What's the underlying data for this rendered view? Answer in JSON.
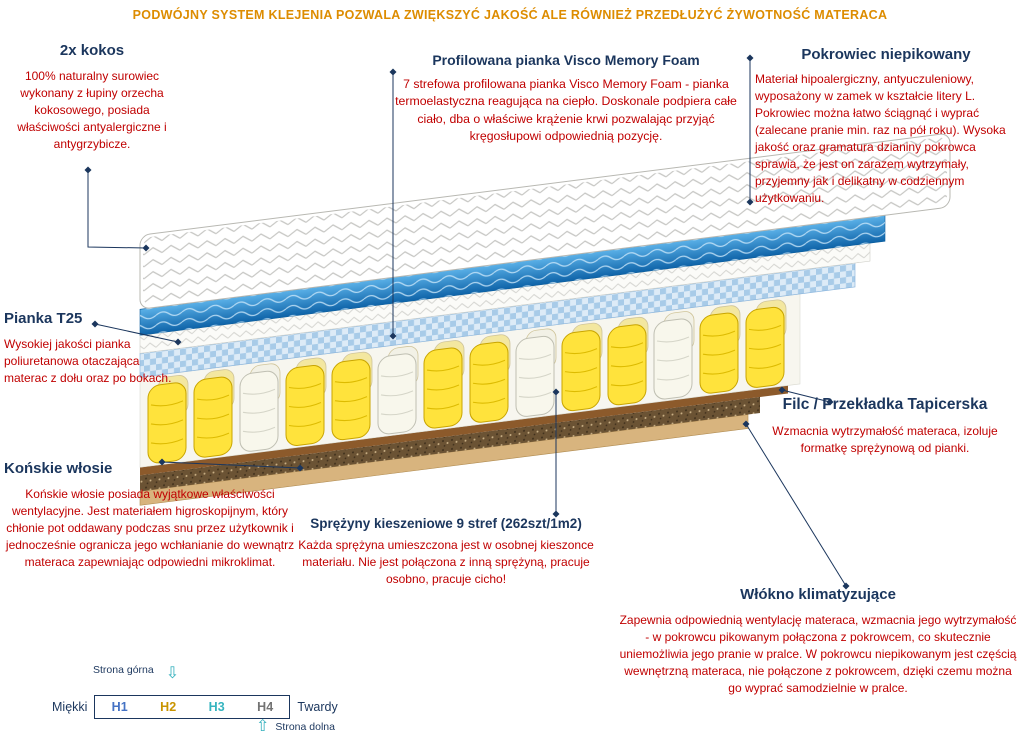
{
  "banner": "PODWÓJNY SYSTEM KLEJENIA POZWALA ZWIĘKSZYĆ JAKOŚĆ ALE RÓWNIEŻ PRZEDŁUŻYĆ ŻYWOTNOŚĆ MATERACA",
  "annotations": {
    "kokos": {
      "title": "2x kokos",
      "body": "100% naturalny surowiec wykonany z łupiny orzecha kokosowego, posiada właściwości antyalergiczne i antygrzybicze."
    },
    "visco": {
      "title": "Profilowana pianka Visco Memory Foam",
      "body": "7 strefowa profilowana pianka Visco Memory Foam - pianka termoelastyczna reagująca na ciepło. Doskonale podpiera całe ciało, dba o właściwe krążenie krwi pozwalając przyjąć kręgosłupowi odpowiednią pozycję."
    },
    "pokrowiec": {
      "title": "Pokrowiec niepikowany",
      "body": "Materiał hipoalergiczny, antyuczuleniowy, wyposażony w zamek w kształcie litery L. Pokrowiec można łatwo ściągnąć i wyprać (zalecane pranie min. raz na pół roku). Wysoka jakość oraz gramatura dzianiny pokrowca sprawia, że jest on zarazem wytrzymały, przyjemny jak i delikatny w codziennym użytkowaniu."
    },
    "pianka": {
      "title": "Pianka T25",
      "body": "Wysokiej jakości pianka poliuretanowa otaczająca materac z dołu oraz po bokach."
    },
    "filc": {
      "title": "Filc / Przekładka Tapicerska",
      "body": "Wzmacnia wytrzymałość materaca, izoluje formatkę sprężynową od pianki."
    },
    "wlosie": {
      "title": "Końskie włosie",
      "body": "Końskie włosie posiada wyjątkowe właściwości wentylacyjne. Jest materiałem higroskopijnym, który chłonie pot oddawany podczas snu przez użytkownik i jednocześnie ogranicza jego wchłanianie do wewnątrz materaca zapewniając odpowiedni mikroklimat."
    },
    "sprezyny": {
      "title": "Sprężyny kieszeniowe 9 stref (262szt/1m2)",
      "body": "Każda sprężyna umieszczona jest w osobnej kieszonce materiału. Nie jest połączona z inną sprężyną, pracuje osobno, pracuje cicho!"
    },
    "wlokno": {
      "title": "Włókno klimatyzujące",
      "body": "Zapewnia odpowiednią wentylację materaca, wzmacnia jego wytrzymałość - w pokrowcu pikowanym połączona z pokrowcem, co skutecznie uniemożliwia jego pranie w pralce. W pokrowcu niepikowanym jest częścią wewnętrzną materaca, nie połączone z pokrowcem, dzięki czemu można go wyprać samodzielnie w pralce."
    }
  },
  "scale": {
    "top_label": "Strona górna",
    "bottom_label": "Strona dolna",
    "left_label": "Miękki",
    "right_label": "Twardy",
    "levels": [
      {
        "label": "H1",
        "color": "#4472C4"
      },
      {
        "label": "H2",
        "color": "#C99400"
      },
      {
        "label": "H3",
        "color": "#35B4BF"
      },
      {
        "label": "H4",
        "color": "#737373"
      }
    ]
  },
  "icons": {
    "arrow_down": "⇩",
    "arrow_up": "⇧"
  },
  "colors": {
    "banner": "#DD8C00",
    "heading": "#1B365D",
    "body_text": "#C00000",
    "leader_line": "#1B365D",
    "arrow_teal": "#31AFBC",
    "spring_yellow": "#FFE33C",
    "visco_blue": "#2E86C8",
    "coconut_brown": "#6B5334"
  }
}
